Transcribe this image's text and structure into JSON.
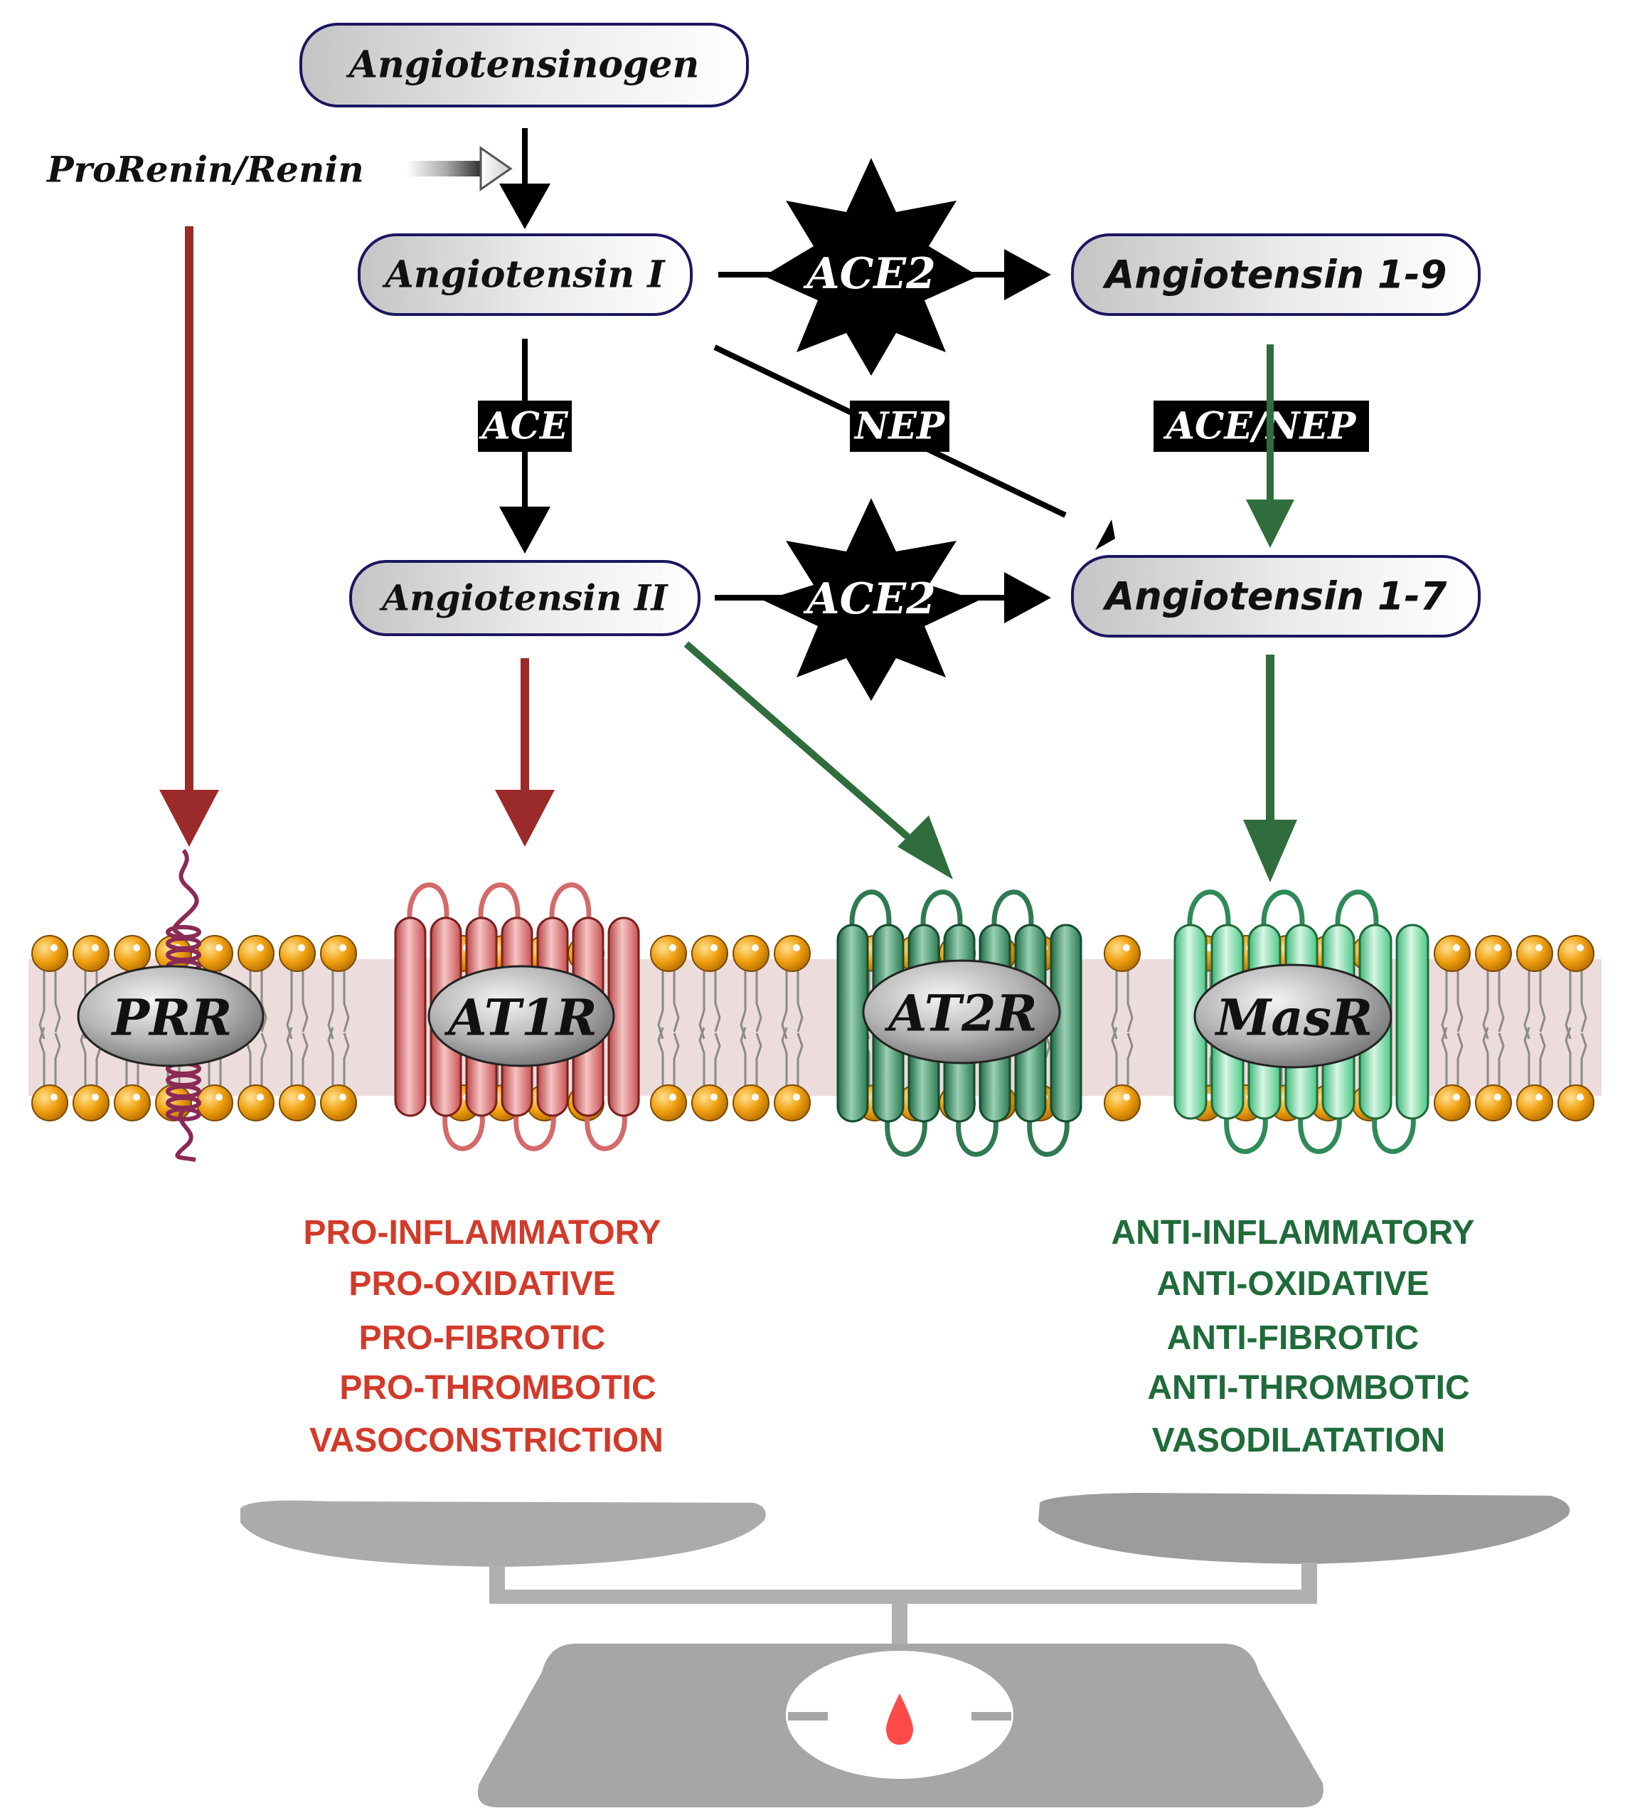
{
  "nodes": {
    "angiotensinogen": "Angiotensinogen",
    "prorenin": "ProRenin/Renin",
    "ang1": "Angiotensin I",
    "ang19": "Angiotensin 1-9",
    "ang2": "Angiotensin II",
    "ang17": "Angiotensin 1-7"
  },
  "enzymes": {
    "ace2_top": "ACE2",
    "ace2_bottom": "ACE2",
    "ace": "ACE",
    "nep": "NEP",
    "ace_nep": "ACE/NEP"
  },
  "receptors": {
    "prr": "PRR",
    "at1r": "AT1R",
    "at2r": "AT2R",
    "masr": "MasR"
  },
  "effects": {
    "pro": [
      "PRO-INFLAMMATORY",
      "PRO-OXIDATIVE",
      "PRO-FIBROTIC",
      "PRO-THROMBOTIC",
      "VASOCONSTRICTION"
    ],
    "anti": [
      "ANTI-INFLAMMATORY",
      "ANTI-OXIDATIVE",
      "ANTI-FIBROTIC",
      "ANTI-THROMBOTIC",
      "VASODILATATION"
    ]
  },
  "colors": {
    "red_arrow": "#9b2a2a",
    "green_arrow": "#2f6e3c",
    "pro_text": "#d23a2a",
    "anti_text": "#1f6b3a",
    "lipid_head": "#f0a010",
    "membrane": "#ecdcdc",
    "at1r": "#e06a6a",
    "at2r": "#3a9a6a",
    "masr": "#7ad9a0",
    "scale": "#a9a9a9"
  }
}
